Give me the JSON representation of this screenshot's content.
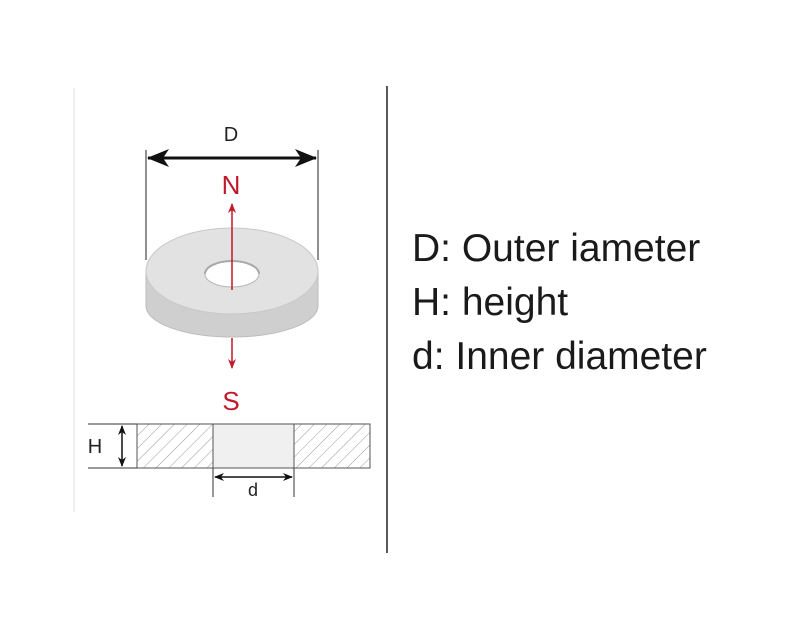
{
  "diagram": {
    "labels": {
      "outer_diameter": "D",
      "north": "N",
      "south": "S",
      "height": "H",
      "inner_diameter": "d"
    },
    "colors": {
      "pole_arrow": "#c0192b",
      "divider": "#222222",
      "magnet_top": "#e2e2e2",
      "magnet_side": "#cfcfcf"
    }
  },
  "legend": {
    "items": [
      "D: Outer iameter",
      "H: height",
      "d: Inner diameter"
    ]
  }
}
